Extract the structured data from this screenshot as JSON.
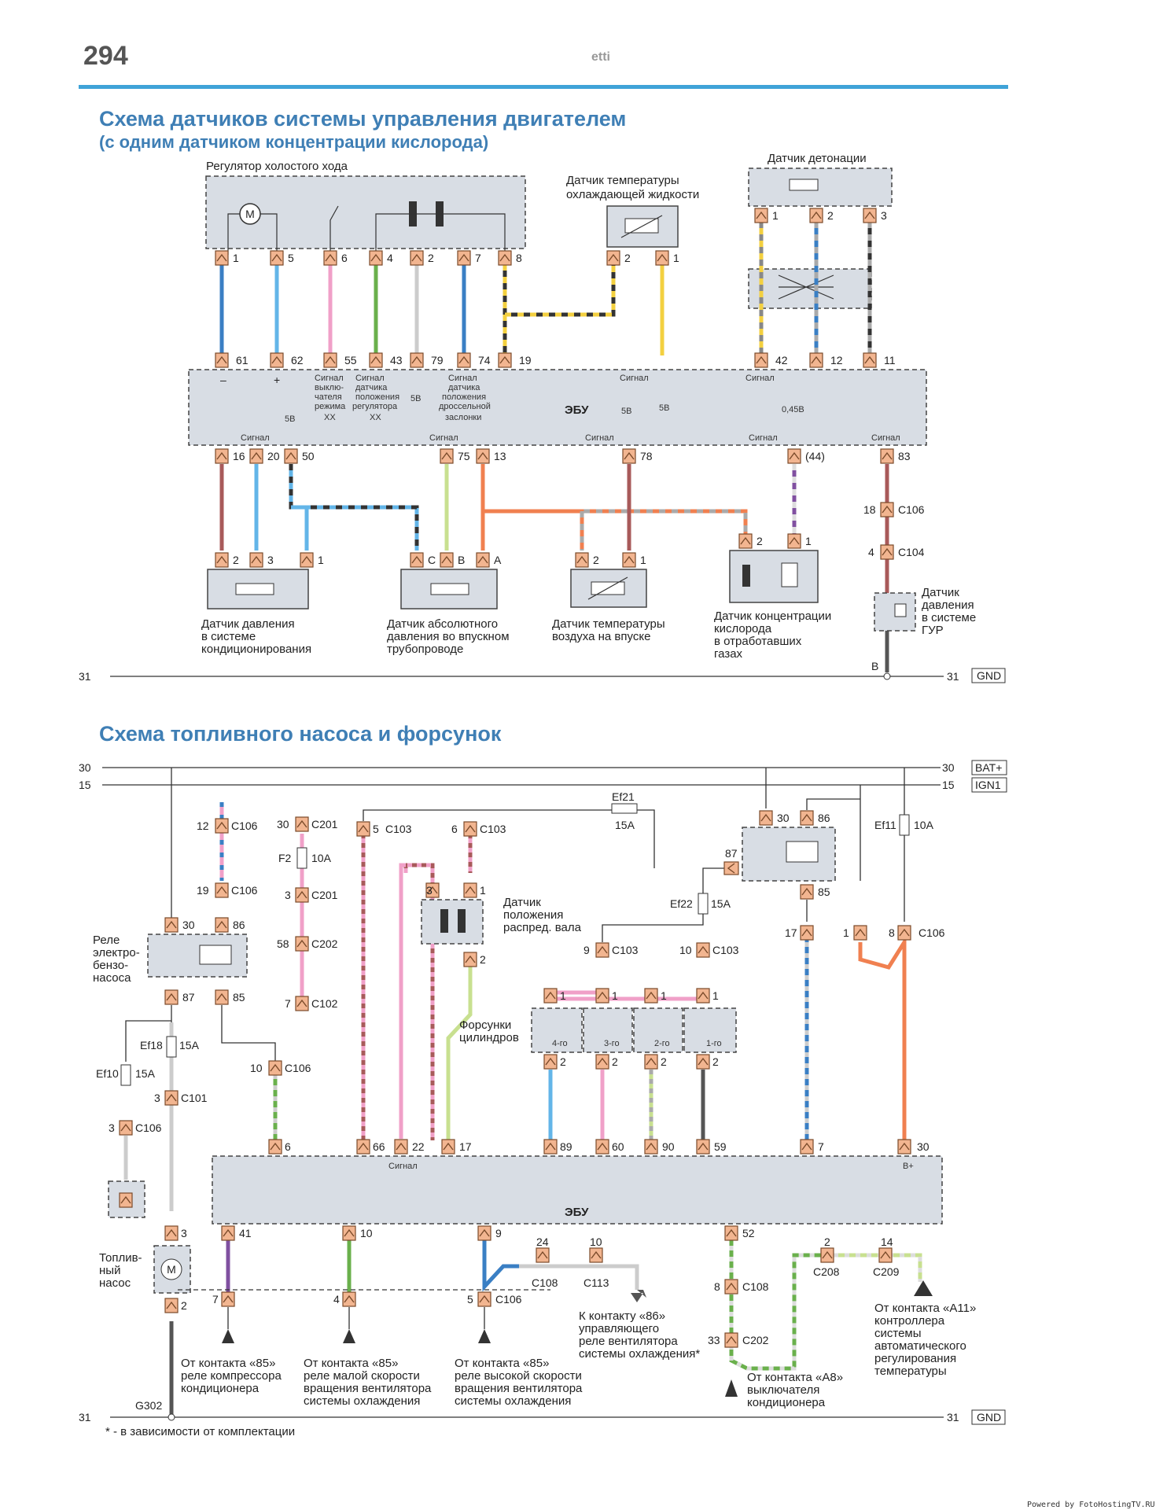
{
  "page": {
    "number": "294",
    "header_mark": "etti"
  },
  "titles": {
    "diagram1_line1": "Схема датчиков системы управления двигателем",
    "diagram1_line2": "(с одним датчиком концентрации кислорода)",
    "diagram2": "Схема топливного насоса и форсунок"
  },
  "diagram1": {
    "idle_regulator": "Регулятор холостого хода",
    "coolant_sensor_l1": "Датчик температуры",
    "coolant_sensor_l2": "охлаждающей жидкости",
    "knock_sensor": "Датчик детонации",
    "ecu": "ЭБУ",
    "regulator_pins": [
      "1",
      "5",
      "6",
      "4",
      "2",
      "7",
      "8"
    ],
    "coolant_pins": [
      "2",
      "1"
    ],
    "knock_pins": [
      "1",
      "2",
      "3"
    ],
    "ecu_top_pins": [
      "61",
      "62",
      "55",
      "43",
      "79",
      "74",
      "19",
      "42",
      "12",
      "11"
    ],
    "ecu_bottom_pins": [
      "16",
      "20",
      "50",
      "75",
      "13",
      "78",
      "(44)",
      "83"
    ],
    "ecu_labels": {
      "minus": "–",
      "plus": "+",
      "sig_xx_l1": "Сигнал",
      "sig_xx_l2": "выклю-",
      "sig_xx_l3": "чателя",
      "sig_xx_l4": "режима",
      "sig_xx_l5": "XX",
      "sig_reg_l1": "Сигнал",
      "sig_reg_l2": "датчика",
      "sig_reg_l3": "положения",
      "sig_reg_l4": "регулятора",
      "sig_reg_l5": "XX",
      "v5": "5В",
      "sig_thr_l1": "Сигнал",
      "sig_thr_l2": "датчика",
      "sig_thr_l3": "положения",
      "sig_thr_l4": "дроссельной",
      "sig_thr_l5": "заслонки",
      "signal": "Сигнал",
      "v045": "0,45В"
    },
    "ac_sensor_pins": [
      "2",
      "3",
      "1"
    ],
    "map_sensor_pins": [
      "C",
      "B",
      "A"
    ],
    "air_temp_pins": [
      "2",
      "1"
    ],
    "o2_pins": [
      "2",
      "1"
    ],
    "ac_sensor_l1": "Датчик давления",
    "ac_sensor_l2": "в системе",
    "ac_sensor_l3": "кондиционирования",
    "map_sensor_l1": "Датчик абсолютного",
    "map_sensor_l2": "давления во впускном",
    "map_sensor_l3": "трубопроводе",
    "air_temp_l1": "Датчик температуры",
    "air_temp_l2": "воздуха на впуске",
    "o2_l1": "Датчик концентрации",
    "o2_l2": "кислорода",
    "o2_l3": "в отработавших",
    "o2_l4": "газах",
    "c106": "C106",
    "c106_pin": "18",
    "c104": "C104",
    "c104_pin": "4",
    "ps_l1": "Датчик",
    "ps_l2": "давления",
    "ps_l3": "в системе",
    "ps_l4": "ГУР",
    "b": "B",
    "ground_left": "31",
    "ground_right": "31",
    "gnd": "GND"
  },
  "diagram2": {
    "rail30": "30",
    "rail15": "15",
    "bat": "BAT+",
    "ign": "IGN1",
    "c106_12": [
      "12",
      "C106"
    ],
    "c106_19": [
      "19",
      "C106"
    ],
    "c201_30": [
      "30",
      "C201"
    ],
    "f2": "F2",
    "f2_a": "10A",
    "c201_3": [
      "3",
      "C201"
    ],
    "c202_58": [
      "58",
      "C202"
    ],
    "c102_7": [
      "7",
      "C102"
    ],
    "c103_5": [
      "5",
      "C103"
    ],
    "c103_6": [
      "6",
      "C103"
    ],
    "ef21": "Ef21",
    "ef21_a": "15A",
    "cam_l1": "Датчик",
    "cam_l2": "положения",
    "cam_l3": "распред. вала",
    "cam_pins": [
      "3",
      "1",
      "2"
    ],
    "relay_main_pins": [
      "30",
      "86",
      "87",
      "85"
    ],
    "ef22": "Ef22",
    "ef22_a": "15A",
    "ef11": "Ef11",
    "ef11_a": "10A",
    "c106_row": [
      "17",
      "1",
      "8",
      "C106"
    ],
    "c103_9": [
      "9",
      "C103"
    ],
    "c103_10": [
      "10",
      "C103"
    ],
    "pump_relay_l1": "Реле",
    "pump_relay_l2": "электро-",
    "pump_relay_l3": "бензо-",
    "pump_relay_l4": "насоса",
    "pump_relay_pins": [
      "30",
      "86",
      "87",
      "85"
    ],
    "ef18": "Ef18",
    "ef18_a": "15A",
    "ef10": "Ef10",
    "ef10_a": "15A",
    "c101_3": [
      "3",
      "C101"
    ],
    "c106_3": [
      "3",
      "C106"
    ],
    "c106_10": [
      "10",
      "C106"
    ],
    "injectors_l1": "Форсунки",
    "injectors_l2": "цилиндров",
    "inj_names": [
      "4-го",
      "3-го",
      "2-го",
      "1-го"
    ],
    "inj_pin1": "1",
    "inj_pin2": "2",
    "ecu_top_pins": [
      "6",
      "66",
      "22",
      "17",
      "89",
      "60",
      "90",
      "59",
      "7",
      "30"
    ],
    "ecu_signal": "Сигнал",
    "ecu": "ЭБУ",
    "bplus": "B+",
    "ecu_bottom_pins": [
      "41",
      "10",
      "9",
      "52"
    ],
    "pump_l1": "Топлив-",
    "pump_l2": "ный",
    "pump_l3": "насос",
    "pump_pins": [
      "3",
      "2"
    ],
    "c106_7": "7",
    "c106_4": "4",
    "c106_5": [
      "5",
      "C106"
    ],
    "c108_24": [
      "24",
      "C108"
    ],
    "c113_10": [
      "10",
      "C113"
    ],
    "c108_8": [
      "8",
      "C108"
    ],
    "c202_33": [
      "33",
      "C202"
    ],
    "c208": [
      "2",
      "C208"
    ],
    "c209": [
      "14",
      "C209"
    ],
    "from_85_comp_l1": "От контакта «85»",
    "from_85_comp_l2": "реле компрессора",
    "from_85_comp_l3": "кондиционера",
    "from_85_low_l1": "От контакта «85»",
    "from_85_low_l2": "реле малой скорости",
    "from_85_low_l3": "вращения вентилятора",
    "from_85_low_l4": "системы охлаждения",
    "from_85_high_l1": "От контакта «85»",
    "from_85_high_l2": "реле высокой скорости",
    "from_85_high_l3": "вращения вентилятора",
    "from_85_high_l4": "системы охлаждения",
    "to_86_l1": "К контакту «86»",
    "to_86_l2": "управляющего",
    "to_86_l3": "реле вентилятора",
    "to_86_l4": "системы охлаждения*",
    "from_a8_l1": "От контакта «A8»",
    "from_a8_l2": "выключателя",
    "from_a8_l3": "кондиционера",
    "from_a11_l1": "От контакта «A11»",
    "from_a11_l2": "контроллера",
    "from_a11_l3": "системы",
    "from_a11_l4": "автоматического",
    "from_a11_l5": "регулирования",
    "from_a11_l6": "температуры",
    "g302": "G302",
    "ground_left": "31",
    "ground_right": "31",
    "gnd": "GND"
  },
  "footnote": "* - в зависимости от комплектации",
  "credit": "Powered by FotoHostingTV.RU"
}
